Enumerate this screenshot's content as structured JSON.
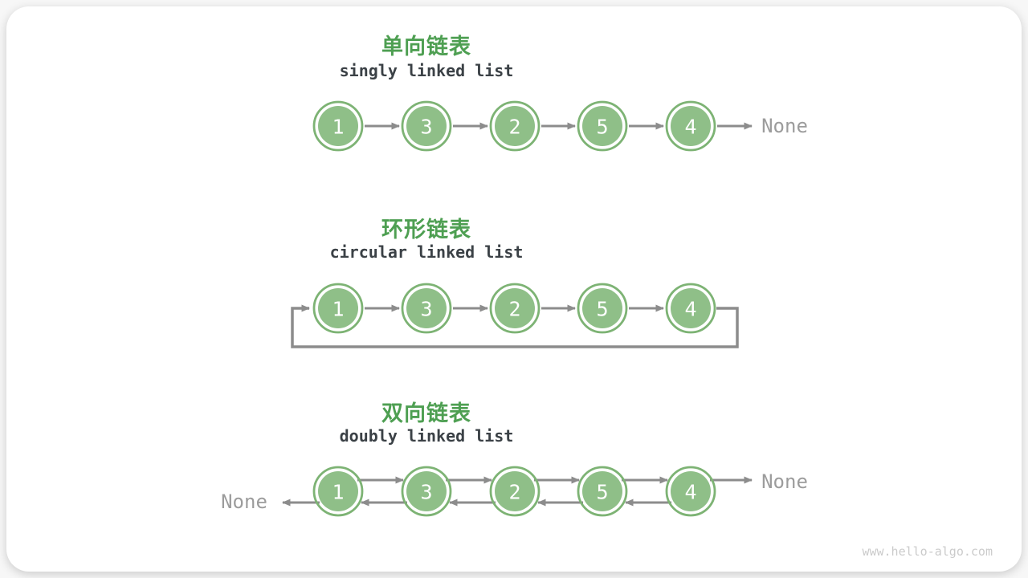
{
  "page": {
    "watermark": "www.hello-algo.com"
  },
  "labels": {
    "none": "None"
  },
  "colors": {
    "title_green": "#4E9F52",
    "subtitle_dark": "#3B4146",
    "node_fill": "#8FBF88",
    "node_ring": "#7DB374",
    "node_text": "#FFFFFF",
    "arrow_gray": "#8C8C8C",
    "none_gray": "#9C9C9C",
    "watermark_gray": "#CBCBCB",
    "card_bg": "#FFFFFF"
  },
  "sections": [
    {
      "id": "singly",
      "title": "单向链表",
      "subtitle": "singly linked list",
      "nodes": [
        "1",
        "3",
        "2",
        "5",
        "4"
      ],
      "tail_label": "None"
    },
    {
      "id": "circular",
      "title": "环形链表",
      "subtitle": "circular linked list",
      "nodes": [
        "1",
        "3",
        "2",
        "5",
        "4"
      ]
    },
    {
      "id": "doubly",
      "title": "双向链表",
      "subtitle": "doubly linked list",
      "nodes": [
        "1",
        "3",
        "2",
        "5",
        "4"
      ],
      "head_label": "None",
      "tail_label": "None"
    }
  ]
}
